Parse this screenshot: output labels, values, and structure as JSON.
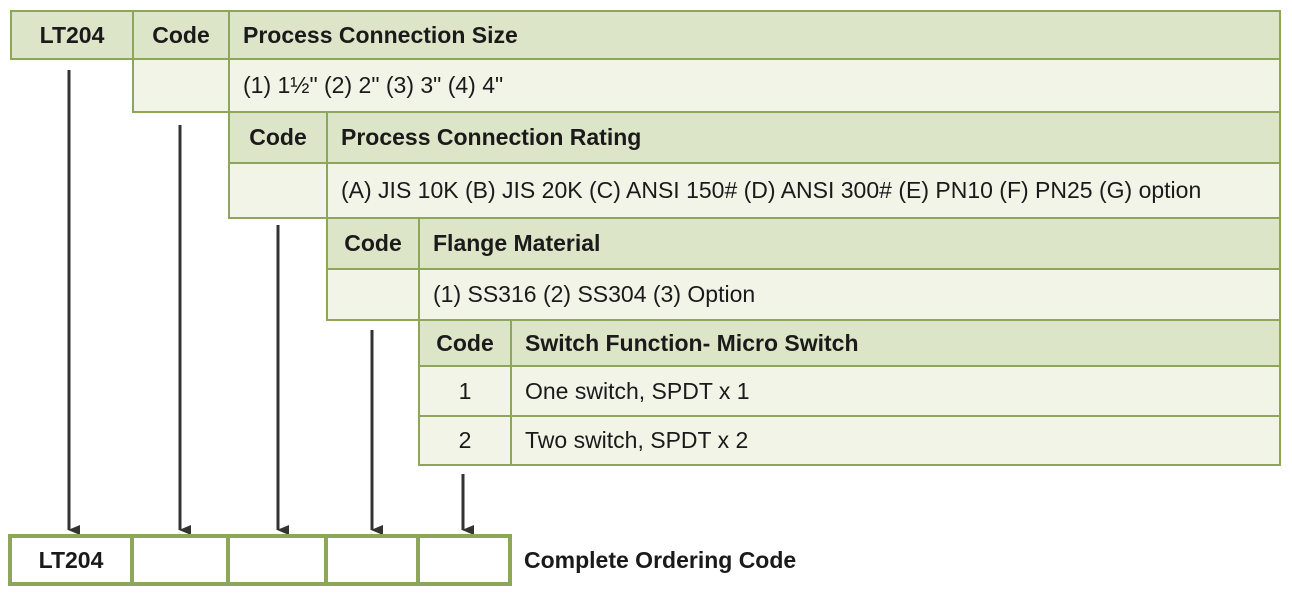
{
  "model_code": "LT204",
  "code_label": "Code",
  "size": {
    "title": "Process Connection Size",
    "options": "(1) 1½\"  (2) 2\"  (3) 3\"  (4) 4\""
  },
  "rating": {
    "title": "Process Connection Rating",
    "options": "(A) JIS 10K (B) JIS 20K (C) ANSI 150# (D) ANSI 300# (E) PN10 (F) PN25 (G) option"
  },
  "flange": {
    "title": "Flange Material",
    "options": "(1) SS316  (2) SS304   (3) Option"
  },
  "switch": {
    "title": "Switch Function- Micro Switch",
    "rows": [
      {
        "code": "1",
        "desc": "One switch, SPDT x 1"
      },
      {
        "code": "2",
        "desc": "Two switch, SPDT x 2"
      }
    ]
  },
  "ordering": {
    "model": "LT204",
    "label": "Complete Ordering Code"
  },
  "colors": {
    "header_bg": "#dde5c8",
    "row_bg": "#f1f4e7",
    "border": "#8da65a",
    "arrow": "#333333"
  }
}
